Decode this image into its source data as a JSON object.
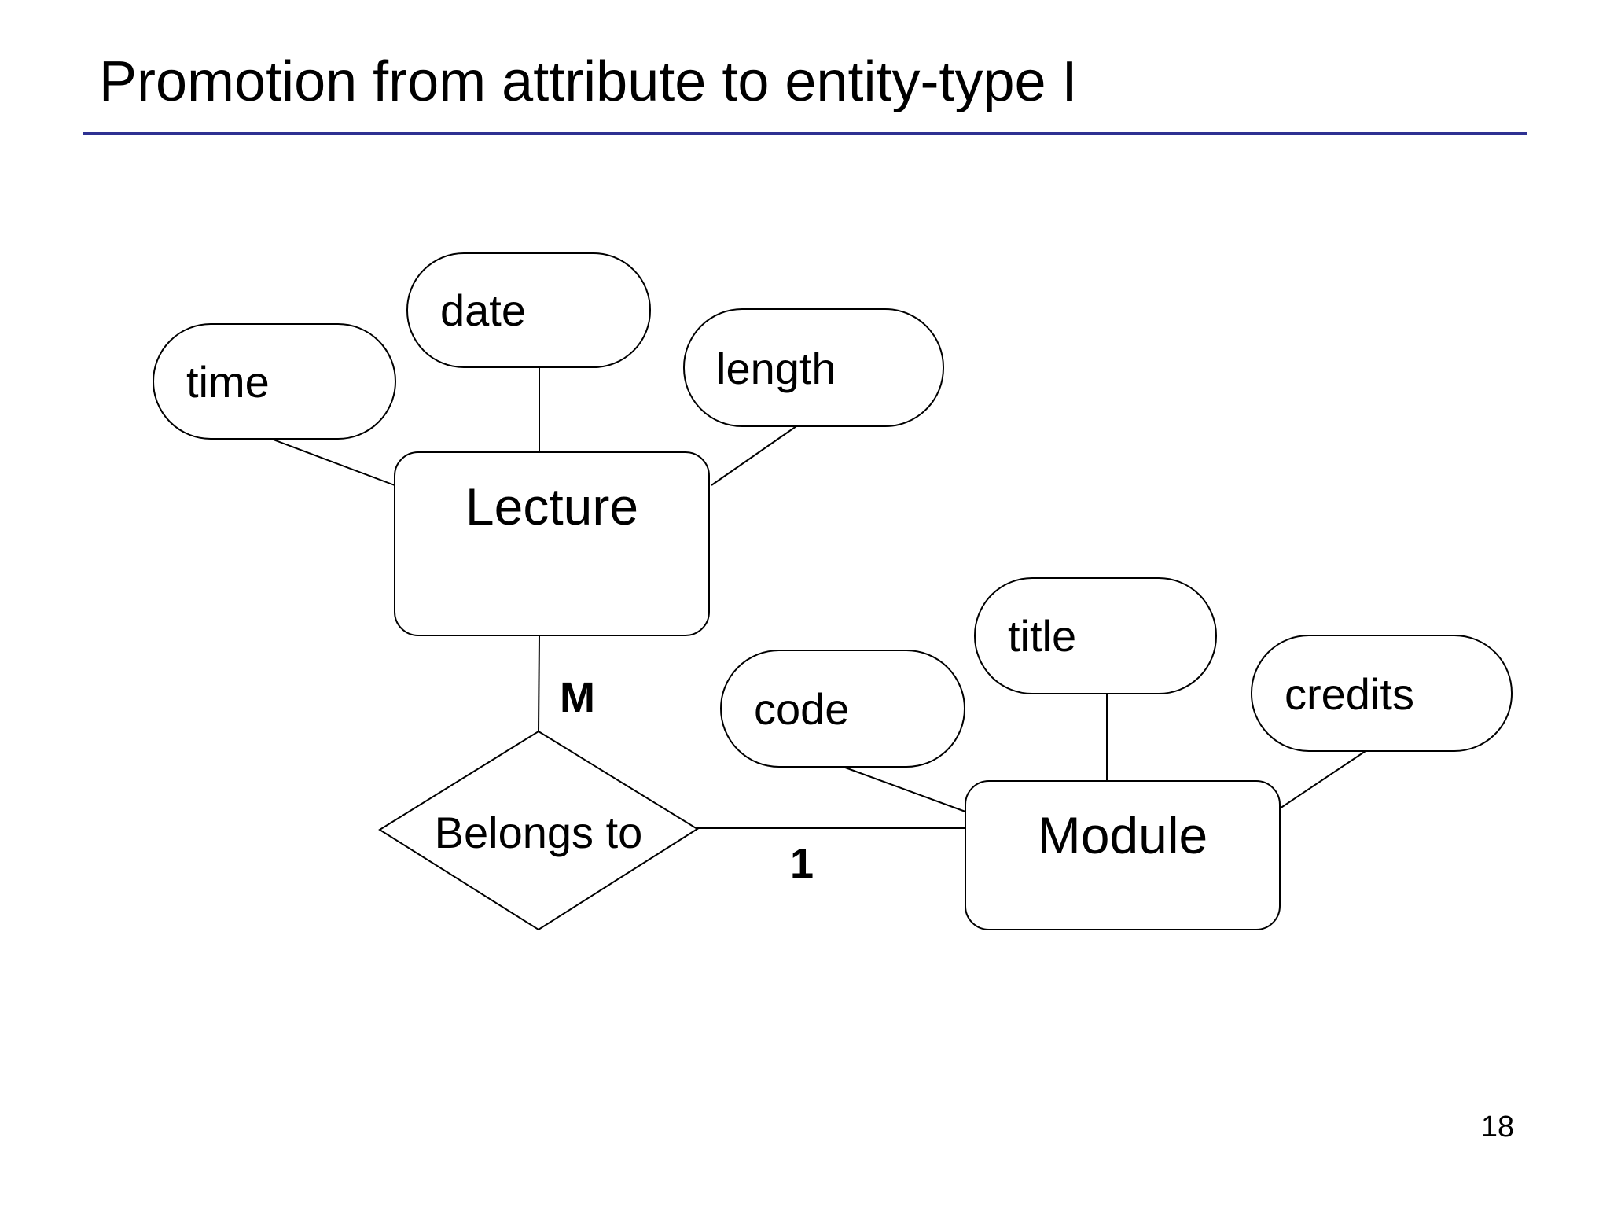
{
  "slide": {
    "title": "Promotion from attribute to entity-type I",
    "page_number": "18",
    "accent_color": "#2E3192"
  },
  "diagram": {
    "entities": [
      {
        "id": "lecture",
        "label": "Lecture"
      },
      {
        "id": "module",
        "label": "Module"
      }
    ],
    "relationship": {
      "label": "Belongs to",
      "cardinality_lecture_side": "M",
      "cardinality_module_side": "1"
    },
    "attributes": [
      {
        "label": "time",
        "attached_to": "Lecture"
      },
      {
        "label": "date",
        "attached_to": "Lecture"
      },
      {
        "label": "length",
        "attached_to": "Lecture"
      },
      {
        "label": "code",
        "attached_to": "Module"
      },
      {
        "label": "title",
        "attached_to": "Module"
      },
      {
        "label": "credits",
        "attached_to": "Module"
      }
    ]
  }
}
